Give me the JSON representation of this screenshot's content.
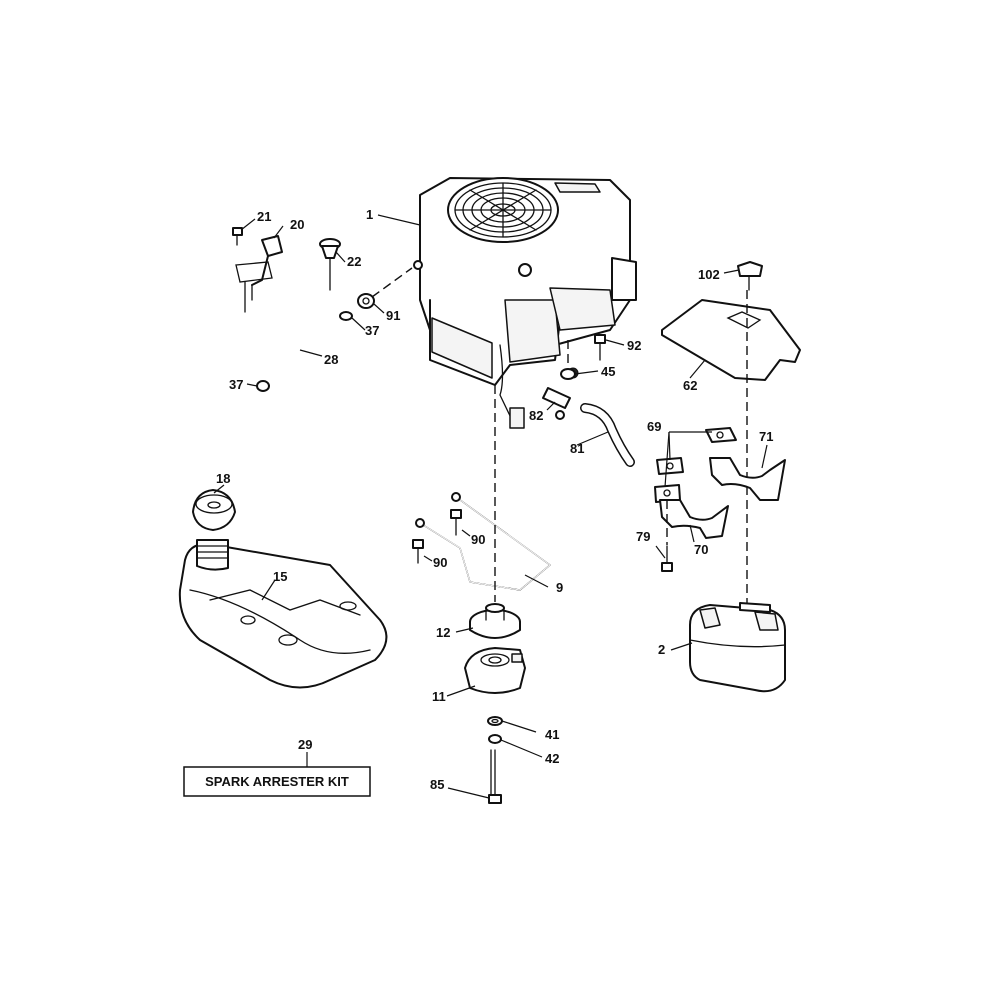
{
  "callouts": {
    "c1": "1",
    "c2": "2",
    "c9": "9",
    "c11": "11",
    "c12": "12",
    "c15": "15",
    "c18": "18",
    "c20": "20",
    "c21": "21",
    "c22": "22",
    "c28": "28",
    "c29": "29",
    "c37a": "37",
    "c37b": "37",
    "c41": "41",
    "c42": "42",
    "c45": "45",
    "c62": "62",
    "c69": "69",
    "c70": "70",
    "c71": "71",
    "c79": "79",
    "c81": "81",
    "c82": "82",
    "c85": "85",
    "c90a": "90",
    "c90b": "90",
    "c91": "91",
    "c92": "92",
    "c102": "102"
  },
  "kit_label": "SPARK ARRESTER KIT"
}
